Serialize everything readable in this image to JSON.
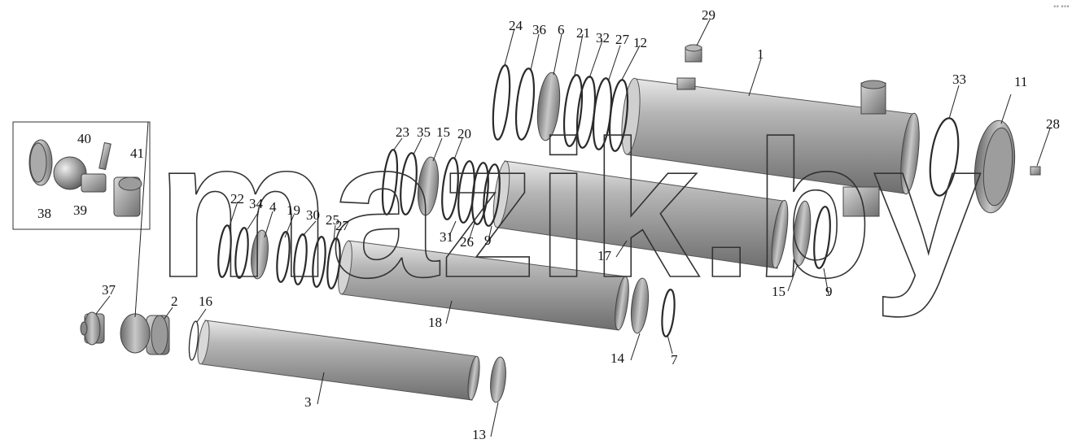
{
  "watermark": "mazik.by",
  "corner_mark": "°° °°°",
  "callouts": {
    "n1": "1",
    "n2": "2",
    "n3": "3",
    "n4": "4",
    "n6": "6",
    "n7": "7",
    "n9a": "9",
    "n9b": "9",
    "n11": "11",
    "n12": "12",
    "n13": "13",
    "n14": "14",
    "n15a": "15",
    "n15b": "15",
    "n16": "16",
    "n17": "17",
    "n18": "18",
    "n19": "19",
    "n20": "20",
    "n21": "21",
    "n22": "22",
    "n23": "23",
    "n24": "24",
    "n25": "25",
    "n26": "26",
    "n27a": "27",
    "n27b": "27",
    "n28": "28",
    "n29": "29",
    "n30": "30",
    "n31": "31",
    "n32": "32",
    "n33": "33",
    "n34": "34",
    "n35": "35",
    "n36": "36",
    "n37": "37",
    "n38": "38",
    "n39": "39",
    "n40": "40",
    "n41": "41"
  }
}
